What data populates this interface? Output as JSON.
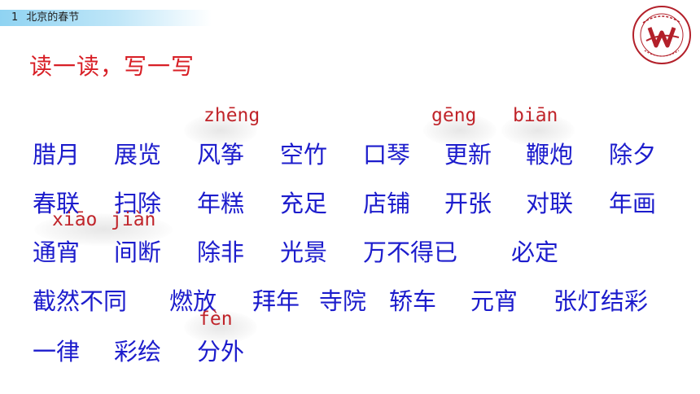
{
  "header": {
    "lesson_number": "1",
    "lesson_title": "北京的春节"
  },
  "title": "读一读，写一写",
  "logo": {
    "icon": "school-emblem-icon",
    "color": "#b3202a"
  },
  "pinyin": {
    "zheng": "zhēng",
    "geng": "gēng",
    "bian": "biān",
    "xiao": "xiāo",
    "jian": "jiàn",
    "fen": "fèn"
  },
  "rows": [
    [
      "腊月",
      "展览",
      "风筝",
      "空竹",
      "口琴",
      "更新",
      "鞭炮",
      "除夕"
    ],
    [
      "春联",
      "扫除",
      "年糕",
      "充足",
      "店铺",
      "开张",
      "对联",
      "年画"
    ],
    [
      "通宵",
      "间断",
      "除非",
      "光景",
      "万不得已",
      "必定"
    ],
    [
      "截然不同",
      "燃放",
      "拜年",
      "寺院",
      "轿车",
      "元宵",
      "张灯结彩"
    ],
    [
      "一律",
      "彩绘",
      "分外"
    ]
  ],
  "colors": {
    "title": "#d81f26",
    "words": "#1c1ccc",
    "pinyin": "#c0242a",
    "header_bar": "#8fd3f2"
  }
}
